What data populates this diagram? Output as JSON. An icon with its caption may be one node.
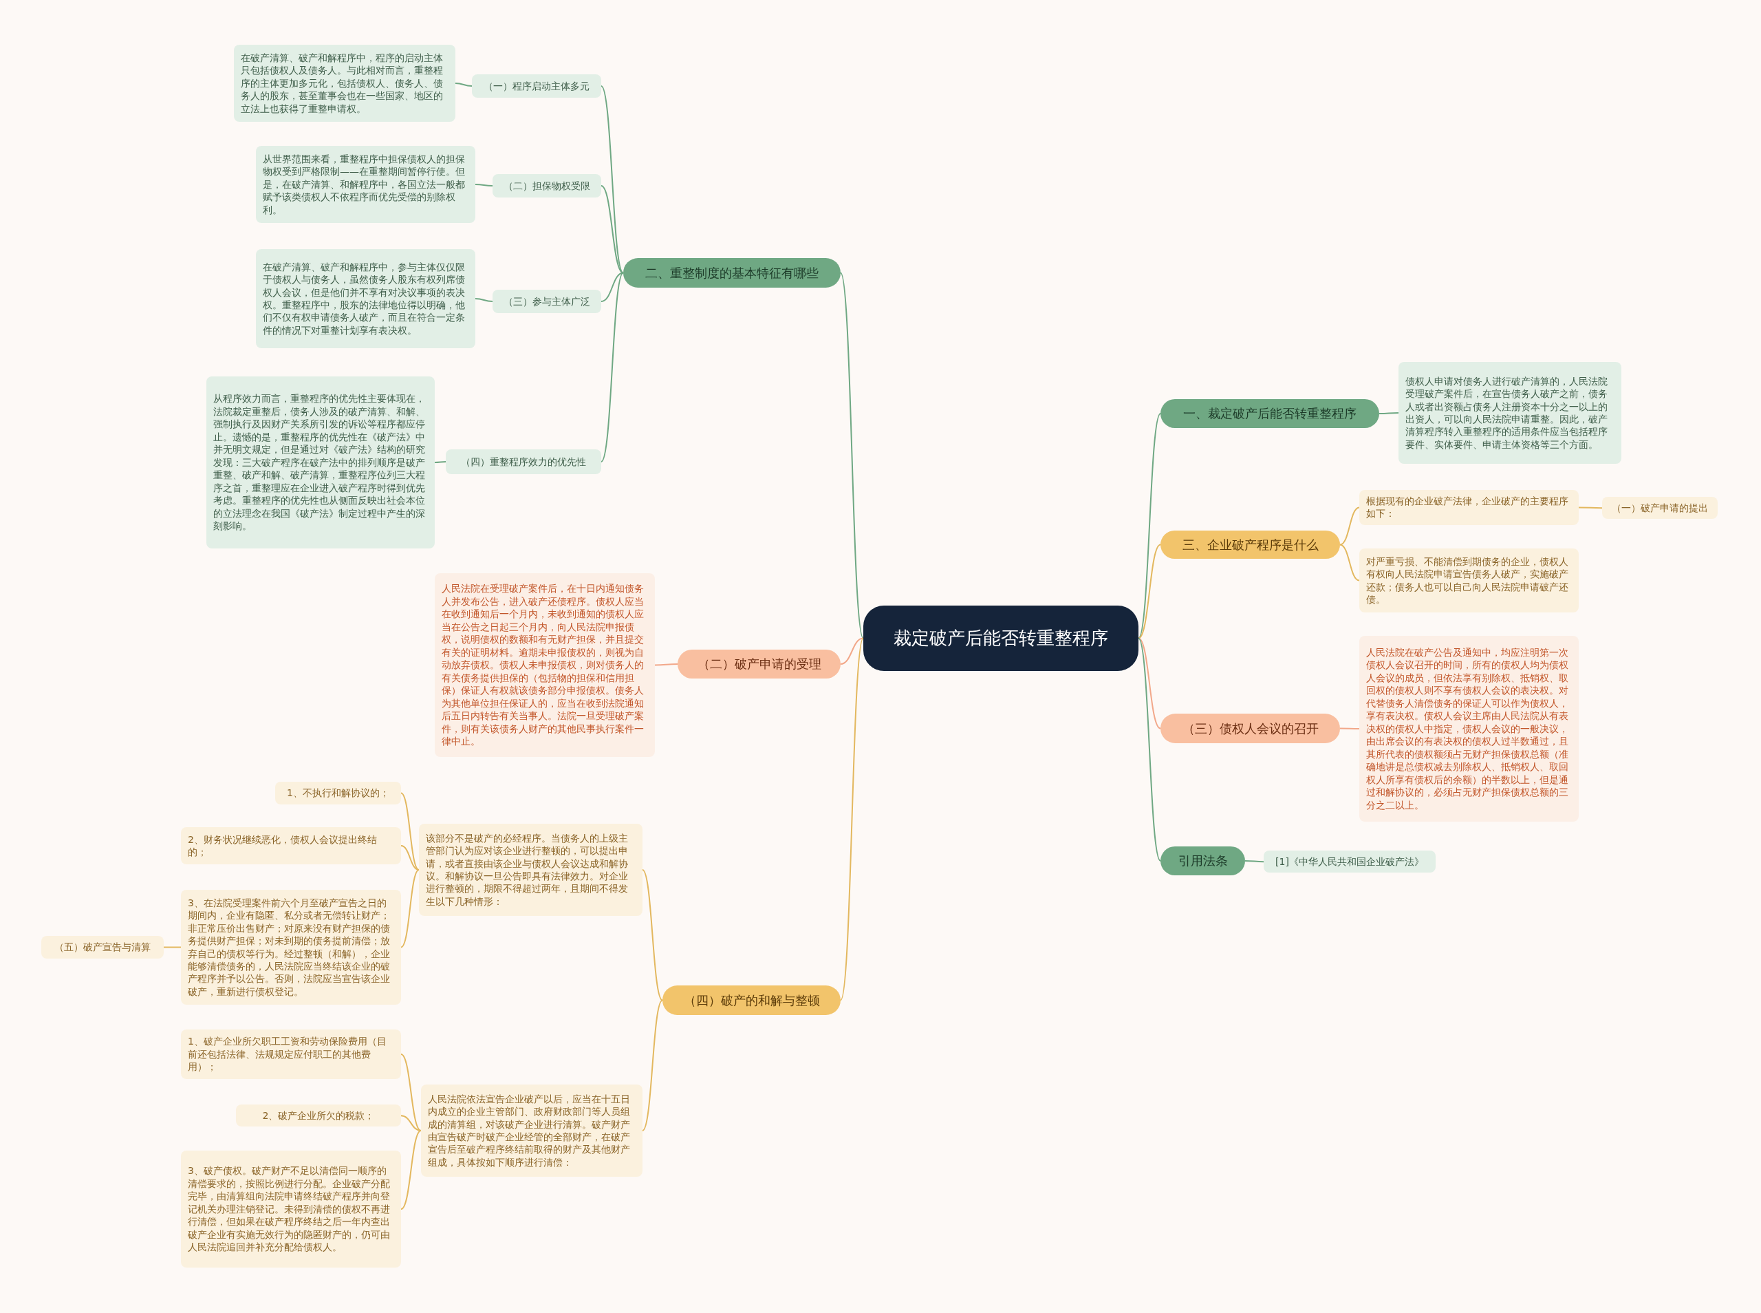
{
  "diagram": {
    "nodes": [
      {
        "text": [
          "裁定破产后能否转重整程序"
        ]
      },
      {
        "text": [
          "二、重整制度的基本特征有哪些"
        ]
      },
      {
        "text": [
          "（一）程序启动主体多元"
        ]
      },
      {
        "text": [
          "在破产清算、破产和解程序中，程序的启动主体只包括债权人及债务人。与此相对而言，重整程序的主体更加多元化，包括债权人、债务人、债务人的股东，甚至董事会也在一些国家、地区的立法上也获得了重整申请权。"
        ]
      },
      {
        "text": [
          "（二）担保物权受限"
        ]
      },
      {
        "text": [
          "从世界范围来看，重整程序中担保债权人的担保物权受到严格限制——在重整期间暂停行使。但是，在破产清算、和解程序中，各国立法一般都赋予该类债权人不依程序而优先受偿的别除权利。"
        ]
      },
      {
        "text": [
          "（三）参与主体广泛"
        ]
      },
      {
        "text": [
          "在破产清算、破产和解程序中，参与主体仅仅限于债权人与债务人，虽然债务人股东有权列席债权人会议，但是他们并不享有对决议事项的表决权。重整程序中，股东的法律地位得以明确，他们不仅有权申请债务人破产，而且在符合一定条件的情况下对重整计划享有表决权。"
        ]
      },
      {
        "text": [
          "（四）重整程序效力的优先性"
        ]
      },
      {
        "text": [
          "从程序效力而言，重整程序的优先性主要体现在，法院裁定重整后，债务人涉及的破产清算、和解、强制执行及因财产关系所引发的诉讼等程序都应停止。遗憾的是，重整程序的优先性在《破产法》中并无明文规定，但是通过对《破产法》结构的研究发现：三大破产程序在破产法中的排列顺序是破产重整、破产和解、破产清算，重整程序位列三大程序之首，重整理应在企业进入破产程序时得到优先考虑。重整程序的优先性也从侧面反映出社会本位的立法理念在我国《破产法》制定过程中产生的深刻影响。"
        ]
      },
      {
        "text": [
          "（二）破产申请的受理"
        ]
      },
      {
        "text": [
          "人民法院在受理破产案件后，在十日内通知债务人并发布公告，进入破产还债程序。债权人应当在收到通知后一个月内，未收到通知的债权人应当在公告之日起三个月内，向人民法院申报债权，说明债权的数额和有无财产担保，并且提交有关的证明材料。逾期未申报债权的，则视为自动放弃债权。债权人未申报债权，则对债务人的有关债务提供担保的（包括物的担保和信用担保）保证人有权就该债务部分申报债权。债务人为其他单位担任保证人的，应当在收到法院通知后五日内转告有关当事人。法院一旦受理破产案件，则有关该债务人财产的其他民事执行案件一律中止。"
        ]
      },
      {
        "text": [
          "（四）破产的和解与整顿"
        ]
      },
      {
        "text": [
          "该部分不是破产的必经程序。当债务人的上级主管部门认为应对该企业进行整顿的，可以提出申请，或者直接由该企业与债权人会议达成和解协议。和解协议一旦公告即具有法律效力。对企业进行整顿的，期限不得超过两年，且期间不得发生以下几种情形："
        ]
      },
      {
        "text": [
          "1、不执行和解协议的；"
        ]
      },
      {
        "text": [
          "2、财务状况继续恶化，债权人会议提出终结的；"
        ]
      },
      {
        "text": [
          "3、在法院受理案件前六个月至破产宣告之日的期间内，企业有隐匿、私分或者无偿转让财产；非正常压价出售财产；对原来没有财产担保的债务提供财产担保；对未到期的债务提前清偿；放弃自己的债权等行为。经过整顿（和解），企业能够清偿债务的，人民法院应当终结该企业的破产程序并予以公告。否则，法院应当宣告该企业破产，重新进行债权登记。"
        ]
      },
      {
        "text": [
          "（五）破产宣告与清算"
        ]
      },
      {
        "text": [
          "人民法院依法宣告企业破产以后，应当在十五日内成立的企业主管部门、政府财政部门等人员组成的清算组，对该破产企业进行清算。破产财产由宣告破产时破产企业经管的全部财产，在破产宣告后至破产程序终结前取得的财产及其他财产组成，具体按如下顺序进行清偿："
        ]
      },
      {
        "text": [
          "1、破产企业所欠职工工资和劳动保险费用（目前还包括法律、法规规定应付职工的其他费用）；"
        ]
      },
      {
        "text": [
          "2、破产企业所欠的税款；"
        ]
      },
      {
        "text": [
          "3、破产债权。破产财产不足以清偿同一顺序的清偿要求的，按照比例进行分配。企业破产分配完毕，由清算组向法院申请终结破产程序并向登记机关办理注销登记。未得到清偿的债权不再进行清偿，但如果在破产程序终结之后一年内查出破产企业有实施无效行为的隐匿财产的，仍可由人民法院追回并补充分配给债权人。"
        ]
      },
      {
        "text": [
          "一、裁定破产后能否转重整程序"
        ]
      },
      {
        "text": [
          "债权人申请对债务人进行破产清算的，人民法院受理破产案件后，在宣告债务人破产之前，债务人或者出资额占债务人注册资本十分之一以上的出资人，可以向人民法院申请重整。因此，破产清算程序转入重整程序的适用条件应当包括程序要件、实体要件、申请主体资格等三个方面。"
        ]
      },
      {
        "text": [
          "三、企业破产程序是什么"
        ]
      },
      {
        "text": [
          "根据现有的企业破产法律，企业破产的主要程序如下："
        ]
      },
      {
        "text": [
          "（一）破产申请的提出"
        ]
      },
      {
        "text": [
          "对严重亏损、不能清偿到期债务的企业，债权人有权向人民法院申请宣告债务人破产，实施破产还款；债务人也可以自己向人民法院申请破产还债。"
        ]
      },
      {
        "text": [
          "（三）债权人会议的召开"
        ]
      },
      {
        "text": [
          "人民法院在破产公告及通知中，均应注明第一次债权人会议召开的时间，所有的债权人均为债权人会议的成员，但依法享有别除权、抵销权、取回权的债权人则不享有债权人会议的表决权。对代替债务人清偿债务的保证人可以作为债权人，享有表决权。债权人会议主席由人民法院从有表决权的债权人中指定，债权人会议的一般决议，由出席会议的有表决权的债权人过半数通过，且其所代表的债权额须占无财产担保债权总额（准确地讲是总债权减去别除权人、抵销权人、取回权人所享有债权后的余额）的半数以上，但是通过和解协议的，必须占无财产担保债权总额的三分之二以上。"
        ]
      },
      {
        "text": [
          "引用法条"
        ]
      },
      {
        "text": [
          "[1]《中华人民共和国企业破产法》"
        ]
      }
    ],
    "edges": [
      {
        "from": 0,
        "to": 1,
        "arrow": "none",
        "color": "#6fa883"
      },
      {
        "from": 1,
        "to": 2,
        "arrow": "none",
        "color": "#6fa883"
      },
      {
        "from": 2,
        "to": 3,
        "arrow": "none",
        "color": "#6fa883"
      },
      {
        "from": 1,
        "to": 4,
        "arrow": "none",
        "color": "#6fa883"
      },
      {
        "from": 4,
        "to": 5,
        "arrow": "none",
        "color": "#6fa883"
      },
      {
        "from": 1,
        "to": 6,
        "arrow": "none",
        "color": "#6fa883"
      },
      {
        "from": 6,
        "to": 7,
        "arrow": "none",
        "color": "#6fa883"
      },
      {
        "from": 1,
        "to": 8,
        "arrow": "none",
        "color": "#6fa883"
      },
      {
        "from": 8,
        "to": 9,
        "arrow": "none",
        "color": "#6fa883"
      },
      {
        "from": 0,
        "to": 10,
        "arrow": "none",
        "color": "#f2a88a"
      },
      {
        "from": 10,
        "to": 11,
        "arrow": "none",
        "color": "#f2a88a"
      },
      {
        "from": 0,
        "to": 12,
        "arrow": "none"
      },
      {
        "from": 12,
        "to": 13,
        "arrow": "none"
      },
      {
        "from": 13,
        "to": 14,
        "arrow": "none"
      },
      {
        "from": 13,
        "to": 15,
        "arrow": "none"
      },
      {
        "from": 13,
        "to": 16,
        "arrow": "none"
      },
      {
        "from": 16,
        "to": 17,
        "arrow": "none"
      },
      {
        "from": 12,
        "to": 18,
        "arrow": "none"
      },
      {
        "from": 18,
        "to": 19,
        "arrow": "none"
      },
      {
        "from": 18,
        "to": 20,
        "arrow": "none"
      },
      {
        "from": 18,
        "to": 21,
        "arrow": "none"
      },
      {
        "from": 0,
        "to": 22,
        "arrow": "none",
        "color": "#6fa883"
      },
      {
        "from": 22,
        "to": 23,
        "arrow": "none",
        "color": "#6fa883"
      },
      {
        "from": 0,
        "to": 24,
        "arrow": "none"
      },
      {
        "from": 24,
        "to": 25,
        "arrow": "none"
      },
      {
        "from": 25,
        "to": 26,
        "arrow": "none"
      },
      {
        "from": 24,
        "to": 27,
        "arrow": "none"
      },
      {
        "from": 0,
        "to": 28,
        "arrow": "none",
        "color": "#f2a88a"
      },
      {
        "from": 28,
        "to": 29,
        "arrow": "none",
        "color": "#f2a88a"
      },
      {
        "from": 0,
        "to": 30,
        "arrow": "none",
        "color": "#6fa883"
      },
      {
        "from": 30,
        "to": 31,
        "arrow": "none",
        "color": "#6fa883"
      }
    ]
  }
}
